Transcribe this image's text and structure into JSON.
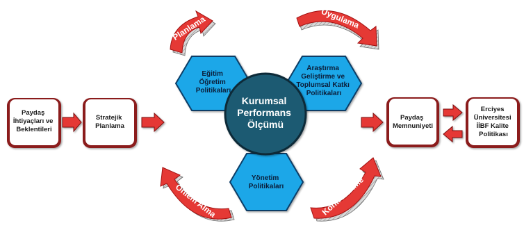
{
  "left_boxes": [
    {
      "lines": [
        "Paydaş",
        "İhtiyaçları ve",
        "Beklentileri"
      ]
    },
    {
      "lines": [
        "Stratejik",
        "Planlama"
      ]
    }
  ],
  "right_boxes": [
    {
      "lines": [
        "Paydaş",
        "Memnuniyeti"
      ]
    },
    {
      "lines": [
        "Erciyes",
        "Üniversitesi",
        "İİBF Kalite",
        "Politikası"
      ]
    }
  ],
  "center": {
    "lines": [
      "Kurumsal",
      "Performans",
      "Ölçümü"
    ]
  },
  "hexagons": [
    {
      "id": "egitim",
      "lines": [
        "Eğitim",
        "Öğretim",
        "Politikaları"
      ]
    },
    {
      "id": "arastirma",
      "lines": [
        "Araştırma",
        "Geliştirme ve",
        "Toplumsal Katkı",
        "Politikaları"
      ]
    },
    {
      "id": "yonetim",
      "lines": [
        "Yönetim",
        "Politikaları"
      ]
    }
  ],
  "cycle_arrows": [
    {
      "id": "planlama",
      "label": "Planlama"
    },
    {
      "id": "uygulama",
      "label": "Uygulama"
    },
    {
      "id": "onlem",
      "label": "Önlem Alma"
    },
    {
      "id": "kontrol",
      "label": "Kontrol Etme"
    }
  ],
  "colors": {
    "box_border": "#8b1a1a",
    "box_fill": "#ffffff",
    "arrow_red": "#e53935",
    "arrow_dark": "#b71c1c",
    "hex_fill": "#1aa7e8",
    "hex_border": "#0a3d66",
    "center_fill": "#1e5a72",
    "center_border": "#0d2a38",
    "text_dark": "#1a1a1a",
    "text_white": "#ffffff"
  }
}
